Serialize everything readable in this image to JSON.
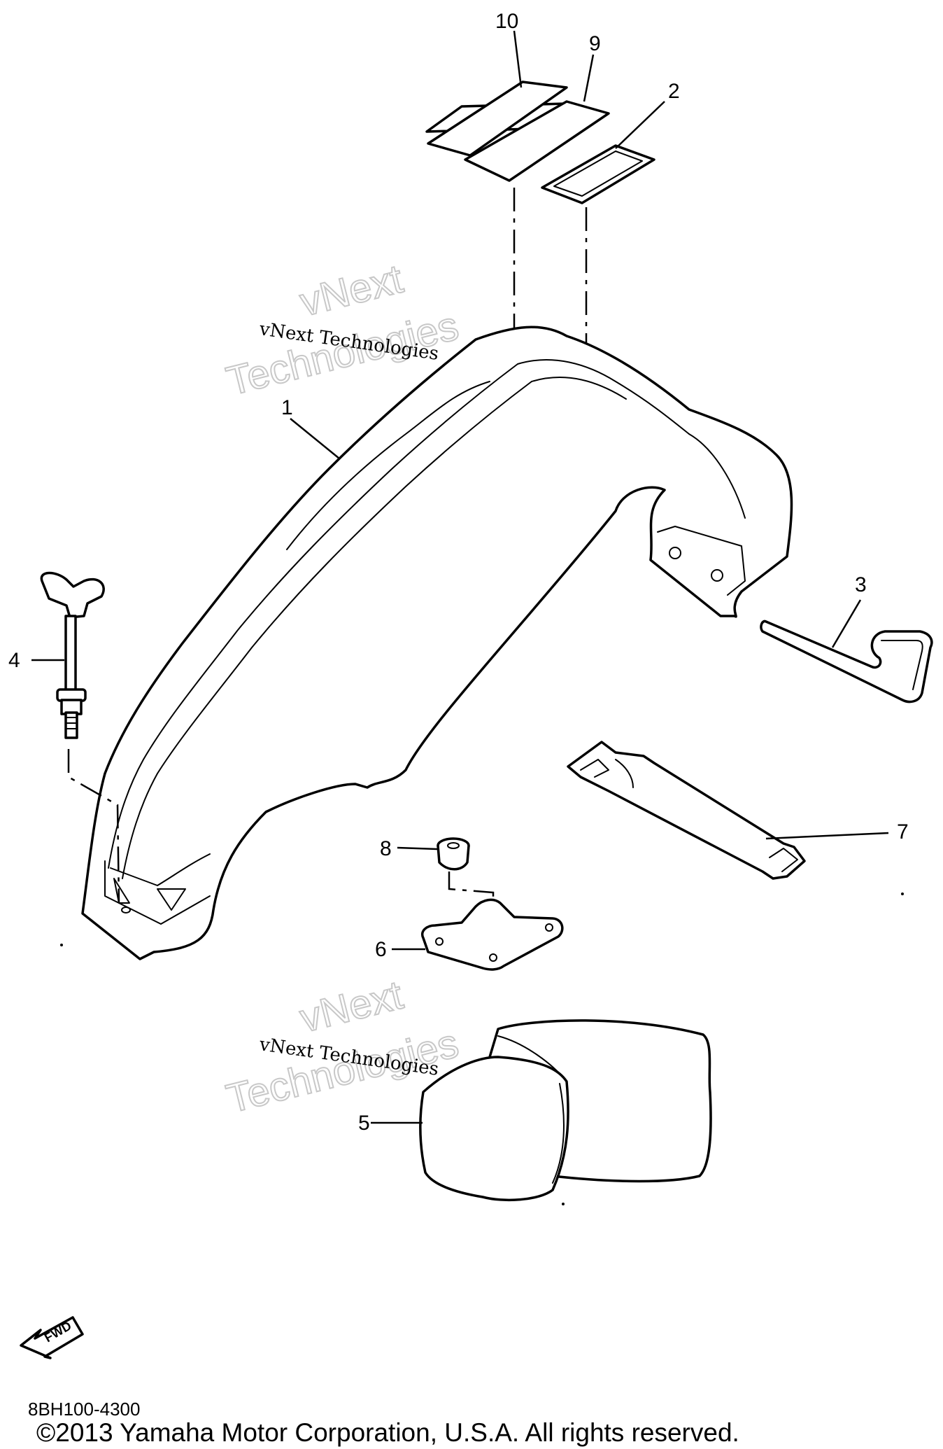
{
  "callouts": [
    "1",
    "2",
    "3",
    "4",
    "5",
    "6",
    "7",
    "8",
    "9",
    "10"
  ],
  "watermark": {
    "small": "vNext Technologies",
    "big_line1": "vNext",
    "big_line2": "Technologies"
  },
  "fwd_label": "FWD",
  "diagram_code": "8BH100-4300",
  "copyright": "©2013 Yamaha Motor Corporation, U.S.A. All rights reserved."
}
